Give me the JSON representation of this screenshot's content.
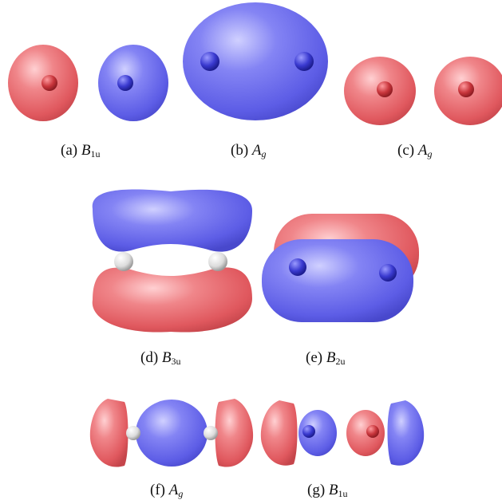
{
  "captions": {
    "a": {
      "label": "(a)",
      "sym": "B",
      "sub": "1u"
    },
    "b": {
      "label": "(b)",
      "sym": "A",
      "sub": "g"
    },
    "c": {
      "label": "(c)",
      "sym": "A",
      "sub": "g"
    },
    "d": {
      "label": "(d)",
      "sym": "B",
      "sub": "3u"
    },
    "e": {
      "label": "(e)",
      "sym": "B",
      "sub": "2u"
    },
    "f": {
      "label": "(f)",
      "sym": "A",
      "sub": "g"
    },
    "g": {
      "label": "(g)",
      "sym": "B",
      "sub": "1u"
    }
  },
  "colors": {
    "positive_lobe": "#e86f74",
    "negative_lobe": "#6f6ff0",
    "atom_red": "#c2353b",
    "atom_blue": "#3535c8",
    "atom_white": "#eeeeee"
  }
}
